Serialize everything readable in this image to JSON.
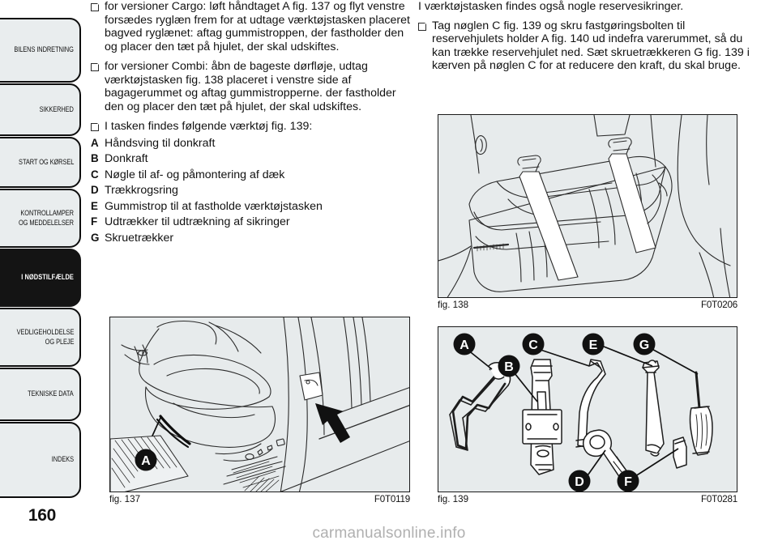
{
  "sidebar": {
    "items": [
      {
        "label": "BILENS INDRETNING",
        "active": false
      },
      {
        "label": "SIKKERHED",
        "active": false
      },
      {
        "label": "START OG KØRSEL",
        "active": false
      },
      {
        "label": "KONTROLLAMPER\nOG MEDDELELSER",
        "active": false
      },
      {
        "label": "I NØDSTILFÆLDE",
        "active": true
      },
      {
        "label": "VEDLIGEHOLDELSE\nOG PLEJE",
        "active": false
      },
      {
        "label": "TEKNISKE DATA",
        "active": false
      },
      {
        "label": "INDEKS",
        "active": false
      }
    ],
    "page_number": "160"
  },
  "left_column": {
    "bullets": [
      "for versioner Cargo: løft håndtaget A fig. 137 og flyt venstre forsædes ryglæn frem for at udtage værktøjstasken placeret bagved ryglænet: aftag gummistroppen, der fastholder den og placer den tæt på hjulet, der skal udskiftes.",
      "for versioner Combi: åbn de bageste dørfløje, udtag værktøjstasken fig. 138 placeret i venstre side af bagagerummet og aftag gummistropperne. der fastholder den og placer den tæt på hjulet, der skal udskiftes.",
      "I tasken findes følgende værktøj fig. 139:"
    ],
    "tool_list": [
      {
        "letter": "A",
        "text": "Håndsving til donkraft"
      },
      {
        "letter": "B",
        "text": "Donkraft"
      },
      {
        "letter": "C",
        "text": "Nøgle til af- og påmontering af dæk"
      },
      {
        "letter": "D",
        "text": "Trækkrogsring"
      },
      {
        "letter": "E",
        "text": "Gummistrop til at fastholde værktøjstasken"
      },
      {
        "letter": "F",
        "text": "Udtrækker til udtrækning af sikringer"
      },
      {
        "letter": "G",
        "text": "Skruetrækker"
      }
    ]
  },
  "right_column": {
    "intro": "I værktøjstasken findes også nogle reservesikringer.",
    "bullets": [
      "Tag nøglen C fig. 139 og skru fastgøringsbolten til reservehjulets holder A fig. 140 ud indefra varerummet, så du kan trække reservehjulet ned. Sæt skruetrækkeren G fig. 139 i kærven på nøglen C for at reducere den kraft, du skal bruge."
    ]
  },
  "figures": [
    {
      "id": "fig137",
      "caption": "fig. 137",
      "code": "F0T0119",
      "alt": "car-seat-handle-illustration",
      "callouts": [
        "A"
      ]
    },
    {
      "id": "fig138",
      "caption": "fig. 138",
      "code": "F0T0206",
      "alt": "tool-bag-in-boot-illustration",
      "callouts": []
    },
    {
      "id": "fig139",
      "caption": "fig. 139",
      "code": "F0T0281",
      "alt": "tool-kit-contents-illustration",
      "callouts": [
        "A",
        "B",
        "C",
        "D",
        "E",
        "F",
        "G"
      ]
    }
  ],
  "watermark": "carmanualsonline.info",
  "colors": {
    "tab_background": "#e9edee",
    "tab_active_background": "#141414",
    "figure_background": "#e7ebec",
    "ink": "#121212",
    "watermark": "#b0b0b0"
  }
}
